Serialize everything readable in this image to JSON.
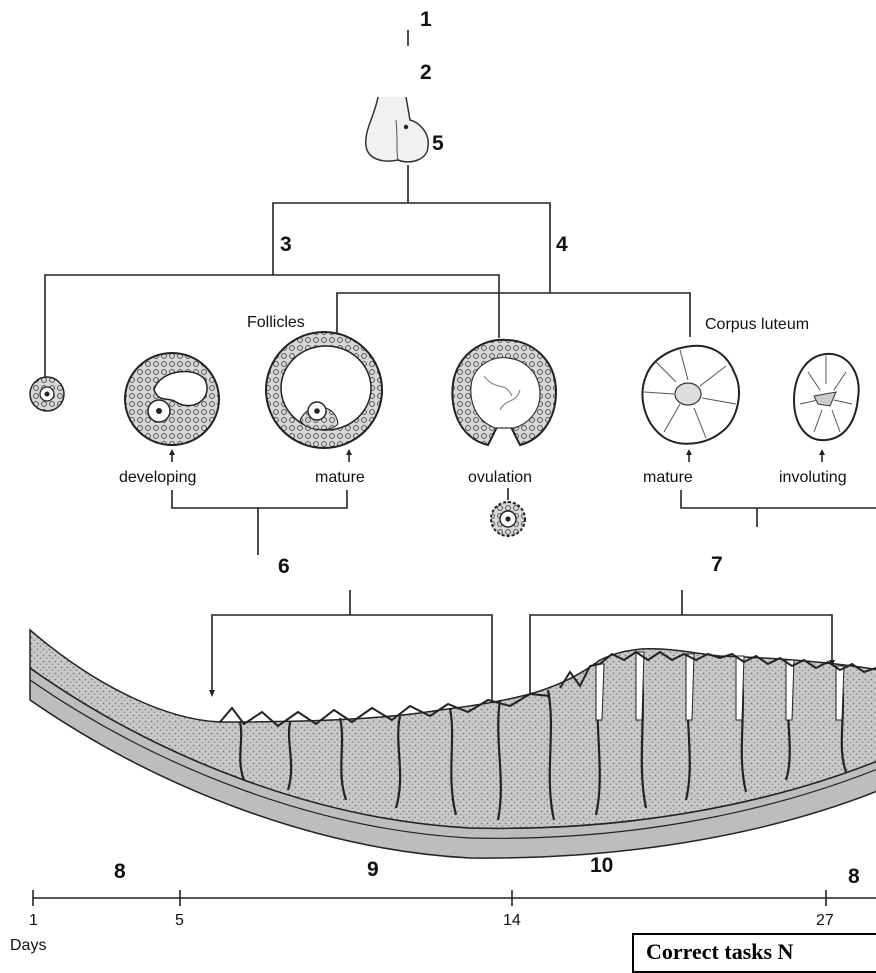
{
  "labels": {
    "n1": "1",
    "n2": "2",
    "n3": "3",
    "n4": "4",
    "n5": "5",
    "n6": "6",
    "n7": "7",
    "n8a": "8",
    "n9": "9",
    "n10": "10",
    "n8b": "8",
    "follicles": "Follicles",
    "corpus_luteum": "Corpus luteum",
    "developing": "developing",
    "mature_follicle": "mature",
    "ovulation": "ovulation",
    "mature_cl": "mature",
    "involuting": "involuting"
  },
  "days": {
    "ticks": [
      "1",
      "5",
      "14",
      "27"
    ],
    "axis_label": "Days"
  },
  "task_box": {
    "text": "Correct tasks N"
  }
}
